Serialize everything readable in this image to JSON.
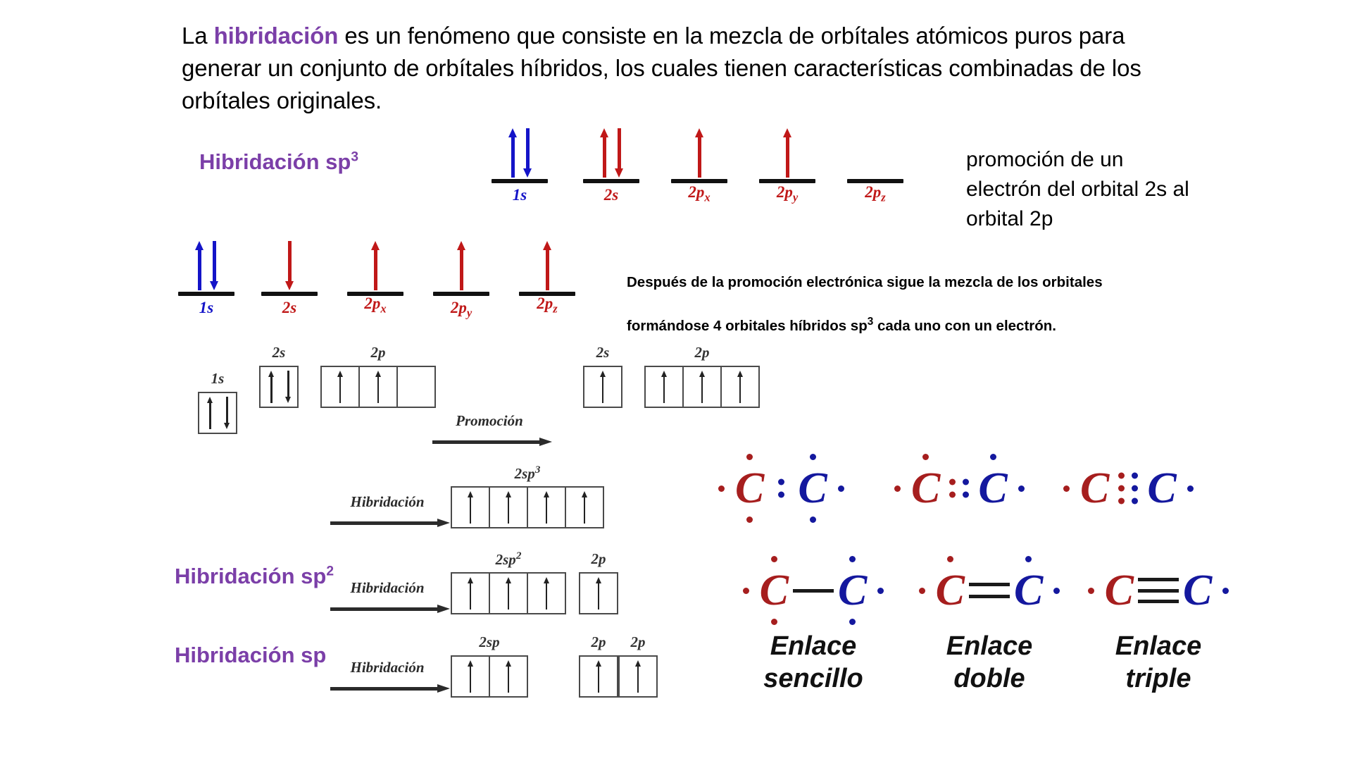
{
  "intro": {
    "before": "La ",
    "keyword": "hibridación",
    "after": " es un fenómeno que consiste en la mezcla de orbítales atómicos puros para generar un conjunto de orbítales híbridos, los cuales tienen características combinadas de los orbítales originales.",
    "keyword_color": "#7B3FA8"
  },
  "headings": {
    "sp3": {
      "text": "Hibridación sp",
      "sup": "3"
    },
    "sp2": {
      "text": "Hibridación sp",
      "sup": "2"
    },
    "sp": {
      "text": "Hibridación sp",
      "sup": ""
    }
  },
  "notes": {
    "promotion": "promoción de un electrón del orbital 2s al orbital 2p",
    "mixing_line1": "Después de la promoción electrónica sigue la mezcla de los orbitales",
    "mixing_line2_a": "formándose 4 orbitales híbridos  sp",
    "mixing_line2_sup": "3",
    "mixing_line2_b": " cada uno con un electrón."
  },
  "energy_diagram_ground": {
    "title": "configuracion-fundamental",
    "orbitals": [
      {
        "label": "1s",
        "sub": "",
        "color": "#1414C8",
        "electrons": [
          "up",
          "down"
        ]
      },
      {
        "label": "2s",
        "sub": "",
        "color": "#C01818",
        "electrons": [
          "up",
          "down"
        ]
      },
      {
        "label": "2p",
        "sub": "x",
        "color": "#C01818",
        "electrons": [
          "up"
        ]
      },
      {
        "label": "2p",
        "sub": "y",
        "color": "#C01818",
        "electrons": [
          "up"
        ]
      },
      {
        "label": "2p",
        "sub": "z",
        "color": "#C01818",
        "electrons": []
      }
    ]
  },
  "energy_diagram_promoted": {
    "title": "configuracion-promovida",
    "orbitals": [
      {
        "label": "1s",
        "sub": "",
        "color": "#1414C8",
        "electrons": [
          "up",
          "down"
        ]
      },
      {
        "label": "2s",
        "sub": "",
        "color": "#C01818",
        "electrons": [
          "down"
        ]
      },
      {
        "label": "2p",
        "sub": "x",
        "color": "#C01818",
        "electrons": [
          "up"
        ]
      },
      {
        "label": "2p",
        "sub": "y",
        "color": "#C01818",
        "electrons": [
          "up"
        ]
      },
      {
        "label": "2p",
        "sub": "z",
        "color": "#C01818",
        "electrons": [
          "up"
        ]
      }
    ]
  },
  "box_diagrams": {
    "before_promotion": {
      "groups": [
        {
          "label": "1s",
          "sup": "",
          "cells": [
            {
              "arrows": [
                "up",
                "down"
              ]
            }
          ]
        },
        {
          "label": "2s",
          "sup": "",
          "cells": [
            {
              "arrows": [
                "up",
                "down"
              ]
            }
          ]
        },
        {
          "label": "2p",
          "sup": "",
          "cells": [
            {
              "arrows": [
                "up"
              ]
            },
            {
              "arrows": [
                "up"
              ]
            },
            {
              "arrows": []
            }
          ]
        }
      ]
    },
    "after_promotion": {
      "groups": [
        {
          "label": "2s",
          "sup": "",
          "cells": [
            {
              "arrows": [
                "up"
              ]
            }
          ]
        },
        {
          "label": "2p",
          "sup": "",
          "cells": [
            {
              "arrows": [
                "up"
              ]
            },
            {
              "arrows": [
                "up"
              ]
            },
            {
              "arrows": [
                "up"
              ]
            }
          ]
        }
      ]
    },
    "sp3_result": {
      "groups": [
        {
          "label": "2sp",
          "sup": "3",
          "cells": [
            {
              "arrows": [
                "up"
              ]
            },
            {
              "arrows": [
                "up"
              ]
            },
            {
              "arrows": [
                "up"
              ]
            },
            {
              "arrows": [
                "up"
              ]
            }
          ]
        }
      ]
    },
    "sp2_result": {
      "groups": [
        {
          "label": "2sp",
          "sup": "2",
          "cells": [
            {
              "arrows": [
                "up"
              ]
            },
            {
              "arrows": [
                "up"
              ]
            },
            {
              "arrows": [
                "up"
              ]
            }
          ]
        },
        {
          "label": "2p",
          "sup": "",
          "cells": [
            {
              "arrows": [
                "up"
              ]
            }
          ]
        }
      ]
    },
    "sp_result": {
      "groups": [
        {
          "label": "2sp",
          "sup": "",
          "cells": [
            {
              "arrows": [
                "up"
              ]
            },
            {
              "arrows": [
                "up"
              ]
            }
          ]
        },
        {
          "label": "2p",
          "sup": "",
          "cells": [
            {
              "arrows": [
                "up"
              ]
            }
          ]
        },
        {
          "label": "2p",
          "sup": "",
          "cells": [
            {
              "arrows": [
                "up"
              ]
            }
          ]
        }
      ]
    }
  },
  "process_arrows": {
    "promocion": "Promoción",
    "hibridacion_sp3": "Hibridación",
    "hibridacion_sp2": "Hibridación",
    "hibridacion_sp": "Hibridación"
  },
  "lewis_structures": {
    "dot_row": [
      {
        "name": "single-dot",
        "left_atom": "C",
        "right_atom": "C",
        "shared_dots": 2,
        "left_color": "#A61E1E",
        "right_color": "#14189E"
      },
      {
        "name": "double-dot",
        "left_atom": "C",
        "right_atom": "C",
        "shared_dots": 4,
        "left_color": "#A61E1E",
        "right_color": "#14189E"
      },
      {
        "name": "triple-dot",
        "left_atom": "C",
        "right_atom": "C",
        "shared_dots": 6,
        "left_color": "#A61E1E",
        "right_color": "#14189E"
      }
    ],
    "bond_row": [
      {
        "name": "single-bond",
        "left_atom": "C",
        "right_atom": "C",
        "bonds": 1,
        "caption_line1": "Enlace",
        "caption_line2": "sencillo"
      },
      {
        "name": "double-bond",
        "left_atom": "C",
        "right_atom": "C",
        "bonds": 2,
        "caption_line1": "Enlace",
        "caption_line2": "doble"
      },
      {
        "name": "triple-bond",
        "left_atom": "C",
        "right_atom": "C",
        "bonds": 3,
        "caption_line1": "Enlace",
        "caption_line2": "triple"
      }
    ]
  },
  "colors": {
    "purple": "#7B3FA8",
    "blue": "#1414C8",
    "red": "#C01818",
    "lewis_red": "#A61E1E",
    "lewis_blue": "#14189E",
    "background": "#FFFFFF"
  }
}
